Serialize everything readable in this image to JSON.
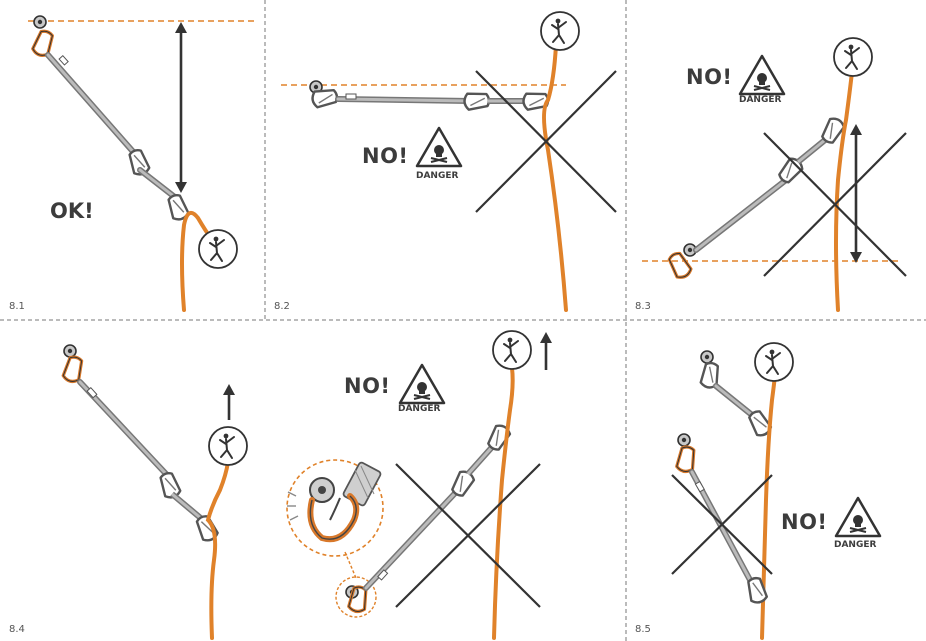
{
  "panels": [
    {
      "id": "8.1",
      "number": "8.1",
      "verdict": "OK!"
    },
    {
      "id": "8.2",
      "number": "8.2",
      "verdict": "NO!",
      "warning": "DANGER"
    },
    {
      "id": "8.3",
      "number": "8.3",
      "verdict": "NO!",
      "warning": "DANGER"
    },
    {
      "id": "8.4",
      "number": "8.4",
      "verdict": "NO!",
      "warning": "DANGER"
    },
    {
      "id": "8.5",
      "number": "8.5",
      "verdict": "NO!",
      "warning": "DANGER"
    }
  ],
  "icons": {
    "danger": "skull-warning-triangle-icon",
    "climber": "climber-circle-icon",
    "cross": "cross-out-icon"
  },
  "colors": {
    "rope": "#e0822a",
    "sling": "#8a8a8a",
    "ink": "#333333",
    "guide": "#e0822a",
    "divider": "#777777"
  }
}
